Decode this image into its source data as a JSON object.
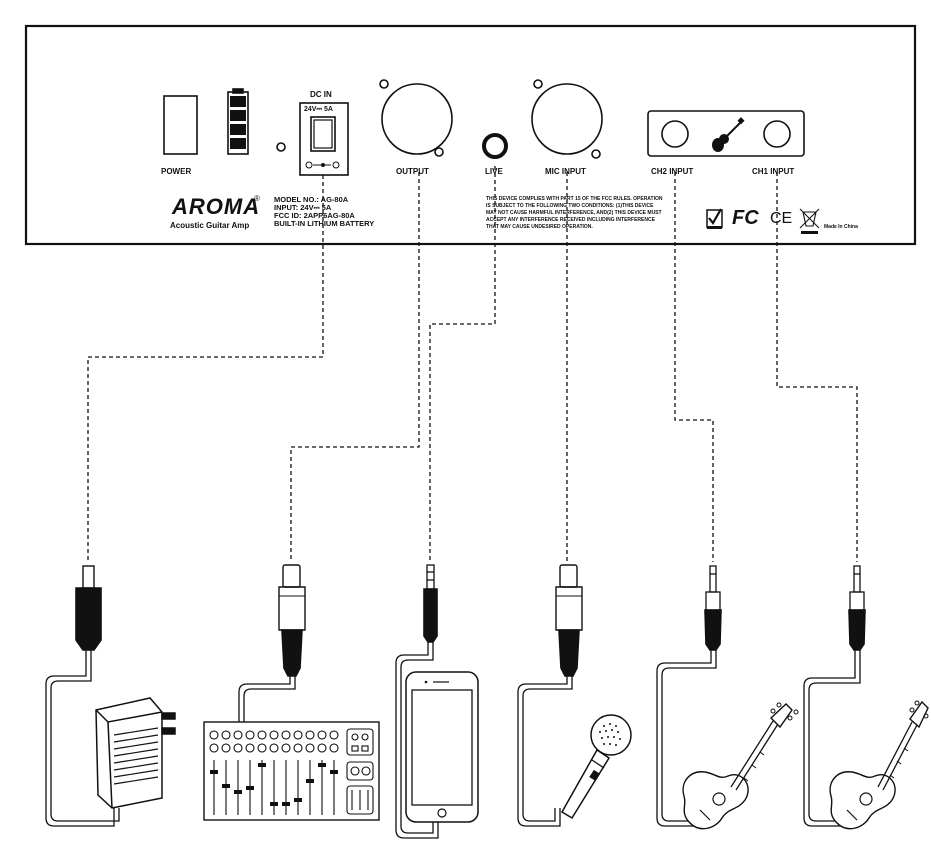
{
  "panel": {
    "labels": {
      "power": "POWER",
      "dc_in": "DC IN",
      "dc_rating": "24V⎓ 5A",
      "output": "OUTPUT",
      "live": "LIVE",
      "mic_input": "MIC INPUT",
      "ch2_input": "CH2 INPUT",
      "ch1_input": "CH1 INPUT"
    },
    "brand": {
      "logo": "AROMA",
      "registered": "®",
      "subtitle": "Acoustic Guitar Amp"
    },
    "specs": [
      "MODEL NO.:  AG-80A",
      "INPUT:  24V⎓ 5A",
      "FCC ID:  2APP6AG-80A",
      "BUILT-IN LITHIUM BATTERY"
    ],
    "fcc_statement": [
      "THIS DEVICE COMPLIES WITH PART 15 OF THE FCC RULES. OPERATION",
      "IS SUBJECT TO THE FOLLOWING TWO CONDITIONS: (1)THIS DEVICE",
      "MAY NOT CAUSE HARMFUL INTERFERENCE, AND(2) THIS DEVICE MUST",
      "ACCEPT ANY INTERFERENCE RECEIVED INCLUDING INTERFERENCE",
      "THAT MAY CAUSE UNDESIRED OPERATION."
    ],
    "certs": {
      "fcc": "FC",
      "ce": "CE",
      "made_in": "Made In China"
    }
  },
  "devices": [
    {
      "name": "power-adapter",
      "plug": "dc-barrel"
    },
    {
      "name": "mixer",
      "plug": "xlr-male"
    },
    {
      "name": "phone",
      "plug": "3.5mm-trs"
    },
    {
      "name": "microphone",
      "plug": "xlr-male"
    },
    {
      "name": "guitar-ch2",
      "plug": "6.35mm-ts"
    },
    {
      "name": "guitar-ch1",
      "plug": "6.35mm-ts"
    }
  ],
  "colors": {
    "line": "#111111",
    "background": "#ffffff"
  }
}
